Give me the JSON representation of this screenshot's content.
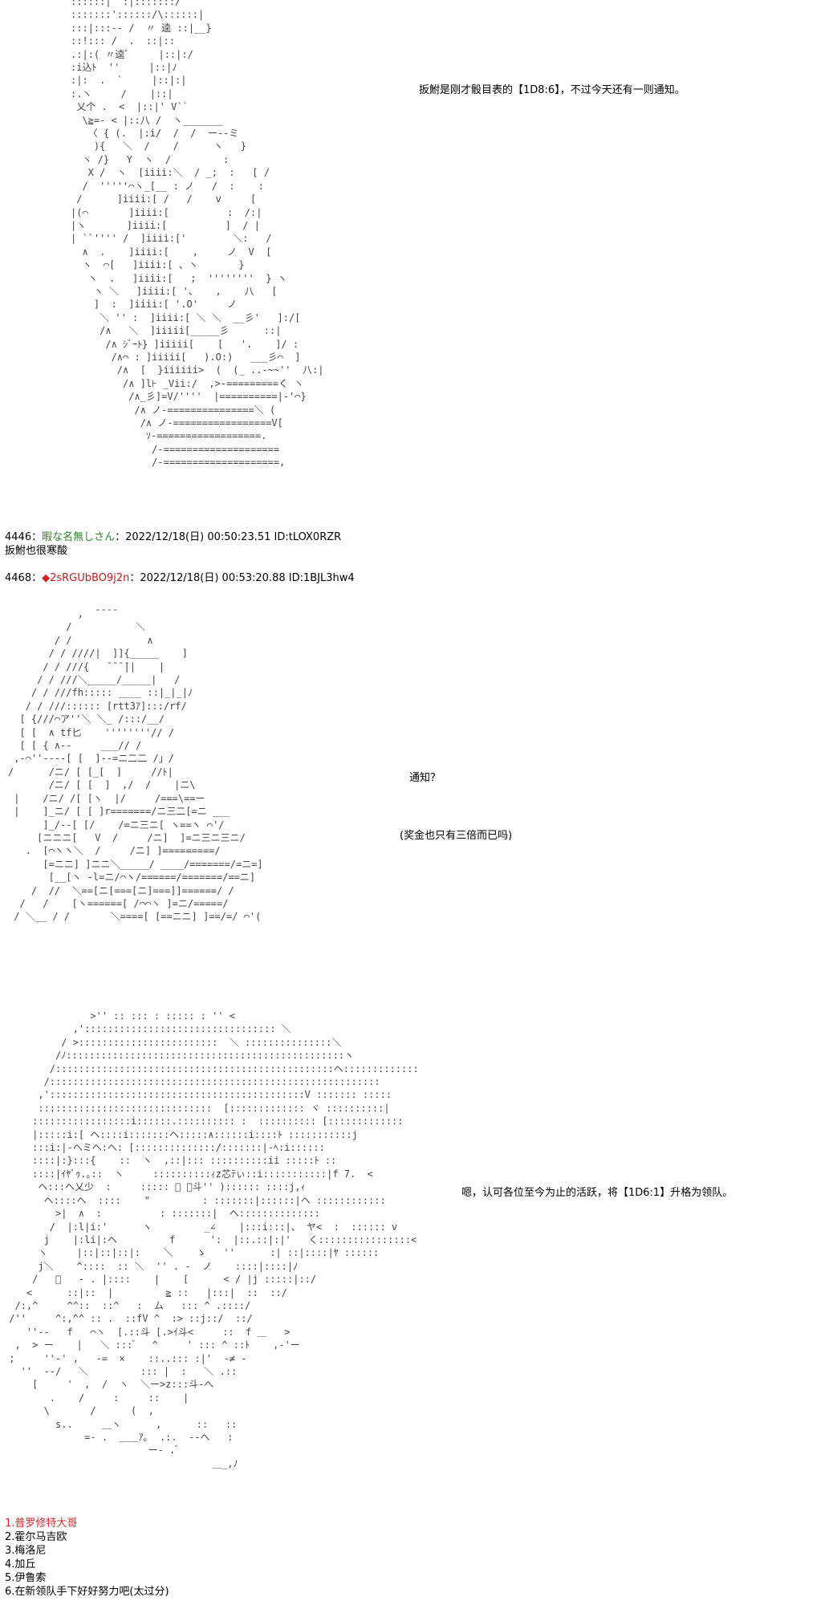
{
  "aa_art": {
    "block1": "::::::|  :|:::::::/\n:::::::'::::::/\\::::::|\n:::|:::-- /  〃 逵 ::|__}\n::!::: /  .  ::|::\n.:|:( 〃逵ﾞ     |::|:/\n:i込ﾄ  ''     |::|ﾉ\n:|:  .  `     |::|:|\n:.ヽ     /    |::|\n 乂个 .  <  |::|' V`` \n  \\≧=- < |::八 /  ヽ_______\n   〈 { (.  |:i/  /  /  ー--ミ\n    ){   ＼  /    /      ヽ   }\n  ヽ /}   Y  ヽ  /         :    \n   X /  ヽ  [iiii:＼  / _;  :   [ /\n  /  '''''⌒ヽ_[__ : ノ   /  :    :\n /      ]iiii:[ /   /    v     [\n|(⌒       ]iiii:[          :  /:|\n|ヽ       ]iiii:[          ]  / |\n| ``'''' /  ]iiii:['        ＼:   / \n  ∧  .    ]iiii:[    ,     ノ  V  [\n  ヽ  ⌒[   ]iiii:[ 、ヽ       }   \n   ヽ  .   ]iiii:[   ;  ''''''''  } ヽ\n    ヽ ＼   ]iiii:[ '、   ,    八   [\n    ]  :  ]iiii:[ '.O'     ノ  \n     ＼ '' :  ]iiii:[ ＼ ＼  __彡'   ]:/[\n     /∧   ＼  ]iiiii[_____彡      ::|\n      /∧ ｼﾞｰﾄ} ]iiiii[    [   '.    ]/ :\n       /∧⌒ : ]iiiii[   ).O:)   ___彡⌒  ]\n        /∧  [  }iiiiii>  (  (_ ..-~~''  八:|\n         /∧ ]l⊦ _Vii:/  ,>-=========く ヽ\n          /∧_彡]=V/''''  |==========|-'⌒}\n           /∧ ノ-===============＼ (\n            /∧ ノ-=================V[\n             ｿ-==================.\n              /-====================\n              /-====================,",
    "block2": "            ,  ̄ ̄ ̄ ̄\n          /           ＼\n        / /             ∧\n       / / ////|  ]]{_____    ]\n      / / ///{   ̄ ̄ ̄ ̄||    |\n     / / ///＼_____/_____|   /\n    / / ///fh::::: ____ ::|_|_|ﾉ\n   / / ///:::::: [rtt3ｱ]:::/rf/\n  [ {///⌒ア''＼ ＼_ /:::/__/\n  [ [  ∧ tf匕    ''''''''// /\n  [ [ { ∧--     ___// /\n ,-⌒''----[ [  ]--=ニ二二 /」/\n/      /ニ/ [ [_[  ]     //ﾄ|\n       /ニ/ [ [  ]  ,/  /    |ニ\\\n |    /ニ/ /[ [ヽ  |/     /===\\==ー\n |    ]_ニ/ [ [ ]r=======/ニ三二[=ニ ___\n      ]_/--[ [/    /=ニ三ニ[ ヽ==ヽ ⌒'/\n     [ニニニ[   V  /     /ニ]  ]=ニ三ニ三ニ/\n   .  [⌒ヽヽ＼  /     /ニ] ]=========/\n      [=ニニ] ]ニニ＼_____/ ____/=======/=ニ=]\n       [__[ヽ -l=ニ/⌒ヽ/======/=======/==ニ]\n    /  //  ＼==[ニ[===[ニ]===]]======/ /\n  /   /    [ヽ======[ /⌒⌒ヽ ]=ニ/=====/\n / ＼__ / /       ＼====[ [==ニニ] ]==/=/ ⌒'(",
    "block3": "               >'' :: ::: : ::::: : '' <\n            ,'::::::::::::::::::::::::::::::::: ＼\n          / >::::::::::::::::::::::::  ＼ :::::::::::::::＼\n         /ﾉ::::::::::::::::::::::::::::::::::::::::::::::::ヽ\n        /::::::::::::::::::::::::::::::::::::::::::::::::ヘ:::::::::::::\n       /:::::::::::::::::::::::::::::::::::::::::::::::::::::::::\n      ,'::::::::::::::::::::::::::::::::::::::::::::V ::::::: :::::\n      ::::::::::::::::::::::::::::::  [::::::::::::: ヾ ::::::::::|\n     :::::::::::::::::i::::::.:::::::::: :  :::::::::: [:::::::::::::\n     |:::::i:[ ヘ::::i:::::::ヘ:::::∧::::::i::::ﾄ :::::::::::j\n     :::i:|-ヘミヘ:ヘ: [::::::::::::::/:::::::|-ﾍ:i::::::\n     ::::|:}:::{    ::  ヽ  ,::|::: ::::::::::ii :::::ﾄ ::\n     ::::|ｲﾔﾞｩ.｡::  ヽ     ::::::::::ｨz芯ﾃぃ::i:::::::::::|f 7.  <\n      ヘ:::ヘ乂少  :     ::::: ゙ ﾟ斗'' ):::::: ::::j,ｨ\n       ヘ::::ヘ  ::::    \"         : :::::::|::::::|ヘ ::::::::::::\n         >|  ∧  :          : :::::::|  ヘ::::::::::::::\n        /  |:l|i:'      ヽ         _∠    |:::i:::|、 ヤ<  :  :::::: v\n       j    |:li|:ヘ         f      ':  |::.::|:|'   く::::::::::::::::<\n      ヽ     |::|::|::|:    ＼    ゝ   ''      :| ::|::::|ﾔ ::::::\n      j＼    ^::::  :: ＼  '' . -  ノ    ::::|::::|ﾉ     \n     /   ゙   - . |::::    |    [      < / |j :::::|::/\n    <      ::|::  |         ≧ ::   |:::|  ::  ::/\n  /:,^     ^^::  ::^   :  ム   ::: ^ .::::/    \n /''     ^:,^^ :: .  ::fV ^  :> ::j::/  ::/ \n    ''--   f   ⌒ヽ  [.::斗 [.>ｲ斗<     ::  f ＿   >\n  ,  > ー    |   ＼ ::: ゙   ^     ' ::: ^ ::ﾄ    ,-'ー  \n ;     ''-' ,   -=  ×    ::..::: :|'  -≠ -    \n   ''  --/   ＼         ::: |  :   ＼ .::     \n     [     '  ,  /  ヽ  ＼ー>z:::斗-へ       \n        .    /     :     ::    |       \n       \\       /      (  ,\n         s..     ＿ヽ      ,      ::   ::\n              =- .  ＿＿ｱ｡  .:.  --ヘ   :    \n                         ー- . ゙ \n                                    ＿_,ﾉ"
  },
  "post_top": {
    "message": "扳鮒是刚才骰目表的【1D8:6】，不过今天还有一则通知。"
  },
  "post_4446": {
    "number": "4446",
    "separator": "：",
    "name": "暇な名無しさん",
    "date": "：2022/12/18(日) 00:50:23.51 ID:tLOX0RZR",
    "body": "扳鮒也很寒酸"
  },
  "post_4468": {
    "number": "4468",
    "separator": "：",
    "trip_mark": "◆",
    "name": "2sRGUbBO9j2n",
    "date": "：2022/12/18(日) 00:53:20.88 ID:1BJL3hw4",
    "line1": "通知？",
    "line2": "(奖金也只有三倍而已吗)",
    "line3": "嗯，认可各位至今为止的活跃，将【1D6:1】升格为领队。"
  },
  "list_items": [
    "1.普罗修特大哥",
    "2.霍尔马吉欧",
    "3.梅洛尼",
    "4.加丘",
    "5.伊鲁索",
    "6.在新领队手下好好努力吧(太过分)"
  ],
  "colors": {
    "name_green": "#2a8a2a",
    "trip_red": "#d92020",
    "highlight_red": "#d22b2b",
    "art_gray": "#444444"
  }
}
